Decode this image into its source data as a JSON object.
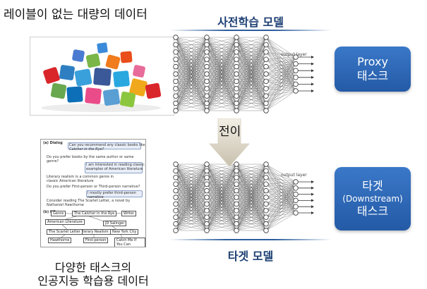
{
  "top_left_caption": "레이블이 없는 대량의 데이터",
  "pretrain_model_title": "사전학습 모델",
  "target_model_title": "타겟 모델",
  "transfer_label": "전이",
  "proxy_task": {
    "line1": "Proxy",
    "line2": "태스크"
  },
  "target_task": {
    "line1": "타겟",
    "line2": "(Downstream)",
    "line3": "태스크"
  },
  "bottom_caption": {
    "line1": "다양한 태스크의",
    "line2": "인공지능 학습용 데이터"
  },
  "nn_output_label": "output layer",
  "doc_panel": {
    "section1": "(a) Dialog",
    "lines": [
      "Can you recommend any classic books like",
      "Catcher in the Rye?",
      "Do you prefer books by the same author or same genre?",
      "I am interested in reading classic",
      "examples of American literature",
      "Literary realism is a common genre in",
      "classic American literature",
      "Do you prefer First-person or Third-person narrative?",
      "I mostly prefer third-person narrative",
      "Consider reading The Scarlet Letter, a novel by",
      "Nathaniel Hawthorne"
    ],
    "section2": "(b) KG",
    "kg_nodes": [
      "Genre",
      "The Catcher in the Rye",
      "Writer",
      "American Literature",
      "JD Salinger",
      "Literary Realism",
      "The Scarlet Letter",
      "New York City",
      "Hawthorne",
      "First-person",
      "Catch Me If You Can"
    ]
  },
  "colors": {
    "title_blue": "#1d3f73",
    "box_blue": "#2d66b4",
    "node_stroke": "#333333"
  }
}
